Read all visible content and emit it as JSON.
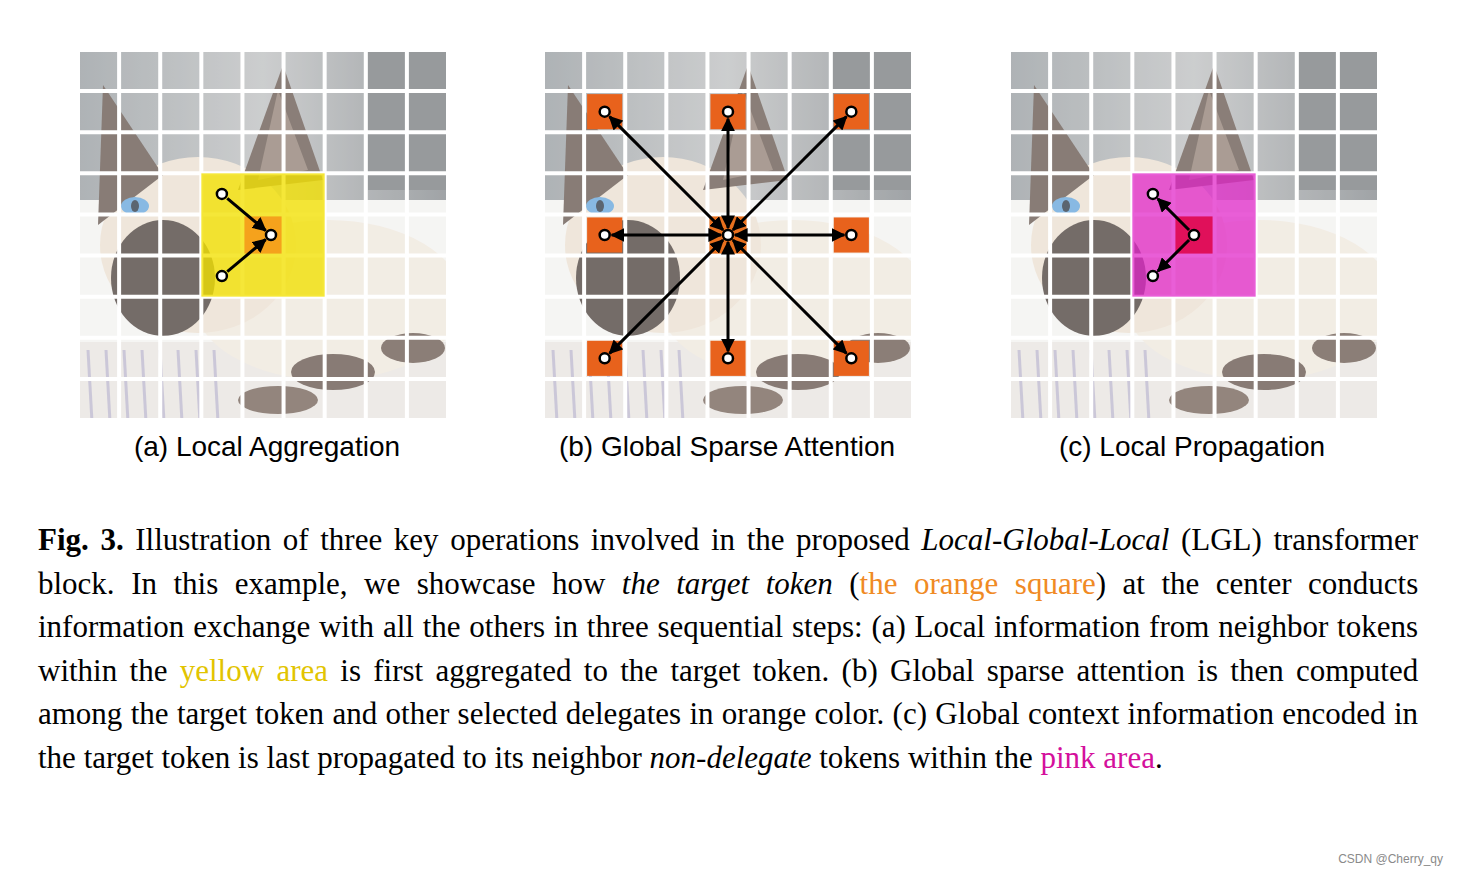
{
  "diagram": {
    "caption": "Fig. 3. Illustration of three key operations involved in the proposed Local-Global-Local (LGL) transformer block. In this example, we showcase how the target token (the orange square) at the center conducts information exchange with all the others in three sequential steps: (a) Local information from neighbor tokens within the yellow area is first aggregated to the target token. (b) Global sparse attention is then computed among the target token and other selected delegates in orange color. (c) Global context information encoded in the target token is last propagated to its neighbor non-delegate tokens within the pink area.",
    "labels": [
      "(a) Local Aggregation",
      "(b) Global Sparse Attention",
      "(c) Local Propagation",
      "CSDN @Cherry_qy"
    ]
  }
}
